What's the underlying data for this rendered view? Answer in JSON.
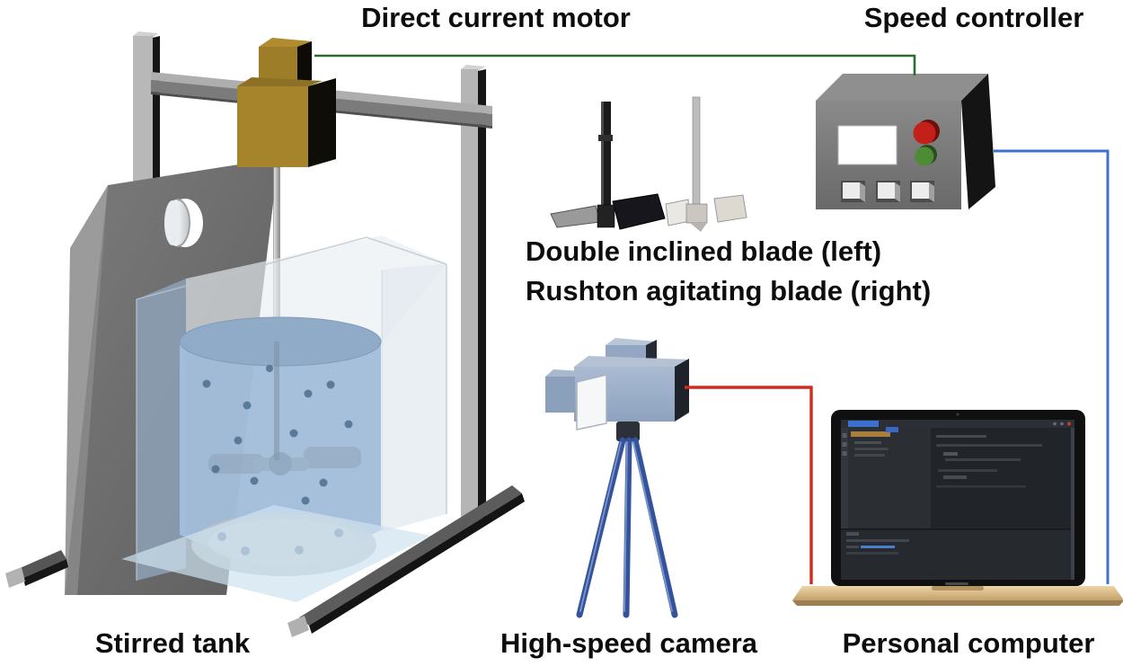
{
  "figure": {
    "kind": "experimental-setup-diagram",
    "background": "#ffffff"
  },
  "labels": {
    "direct_current_motor": "Direct current motor",
    "speed_controller": "Speed controller",
    "blade_line1": "Double inclined blade (left)",
    "blade_line2": "Rushton agitating blade (right)",
    "stirred_tank": "Stirred tank",
    "high_speed_camera": "High-speed camera",
    "personal_computer": "Personal computer"
  },
  "wires": {
    "motor_to_controller": {
      "from": "direct-current-motor",
      "to": "speed-controller",
      "color": "#2e6b31"
    },
    "controller_to_computer": {
      "from": "speed-controller",
      "to": "personal-computer",
      "color": "#4273cc"
    },
    "camera_to_computer": {
      "from": "high-speed-camera",
      "to": "personal-computer",
      "color": "#d42a1e"
    }
  },
  "components": {
    "motor": {
      "body_color": "#a5842c"
    },
    "speed_controller": {
      "indicator_red": "#c4201a",
      "indicator_green": "#4d8b35",
      "display_color": "#ffffff",
      "button_count": 3
    },
    "stirred_tank": {
      "liquid_color": "#a3bedb"
    },
    "camera": {
      "tripod_color": "#34539c"
    },
    "computer": {
      "screen_theme": "dark",
      "base_color": "#dcbc8a"
    }
  }
}
